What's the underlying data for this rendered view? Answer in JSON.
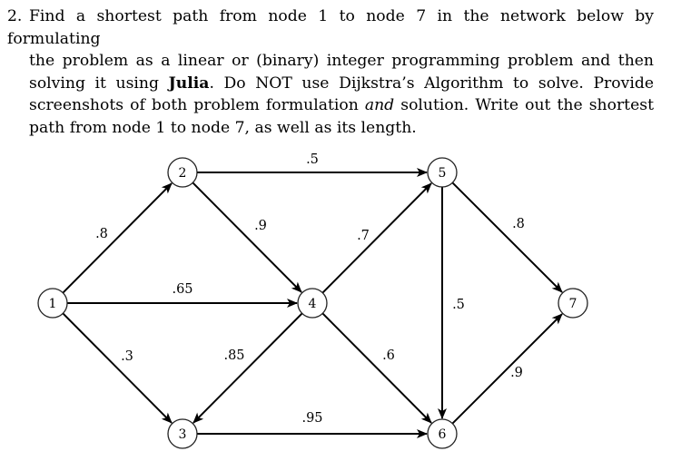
{
  "problem": {
    "number": "2.",
    "lines": [
      "Find a shortest path from node 1 to node 7 in the network below by formulating",
      "the problem as a linear or (binary) integer programming problem and then",
      [
        "solving it using ",
        "Julia",
        ".  Do NOT use Dijkstra’s Algorithm to solve.  Provide"
      ],
      [
        "screenshots of both problem formulation ",
        "and",
        " solution.  Write out the shortest"
      ],
      "path from node 1 to node 7, as well as its length."
    ]
  },
  "network": {
    "nodes": [
      {
        "id": "1",
        "label": "1"
      },
      {
        "id": "2",
        "label": "2"
      },
      {
        "id": "3",
        "label": "3"
      },
      {
        "id": "4",
        "label": "4"
      },
      {
        "id": "5",
        "label": "5"
      },
      {
        "id": "6",
        "label": "6"
      },
      {
        "id": "7",
        "label": "7"
      }
    ],
    "edges": [
      {
        "from": "1",
        "to": "2",
        "weight": ".8"
      },
      {
        "from": "1",
        "to": "4",
        "weight": ".65"
      },
      {
        "from": "1",
        "to": "3",
        "weight": ".3"
      },
      {
        "from": "2",
        "to": "5",
        "weight": ".5"
      },
      {
        "from": "2",
        "to": "4",
        "weight": ".9"
      },
      {
        "from": "4",
        "to": "3",
        "weight": ".85"
      },
      {
        "from": "3",
        "to": "6",
        "weight": ".95"
      },
      {
        "from": "4",
        "to": "5",
        "weight": ".7"
      },
      {
        "from": "4",
        "to": "6",
        "weight": ".6"
      },
      {
        "from": "5",
        "to": "6",
        "weight": ".5"
      },
      {
        "from": "5",
        "to": "7",
        "weight": ".8"
      },
      {
        "from": "6",
        "to": "7",
        "weight": ".9"
      }
    ]
  }
}
